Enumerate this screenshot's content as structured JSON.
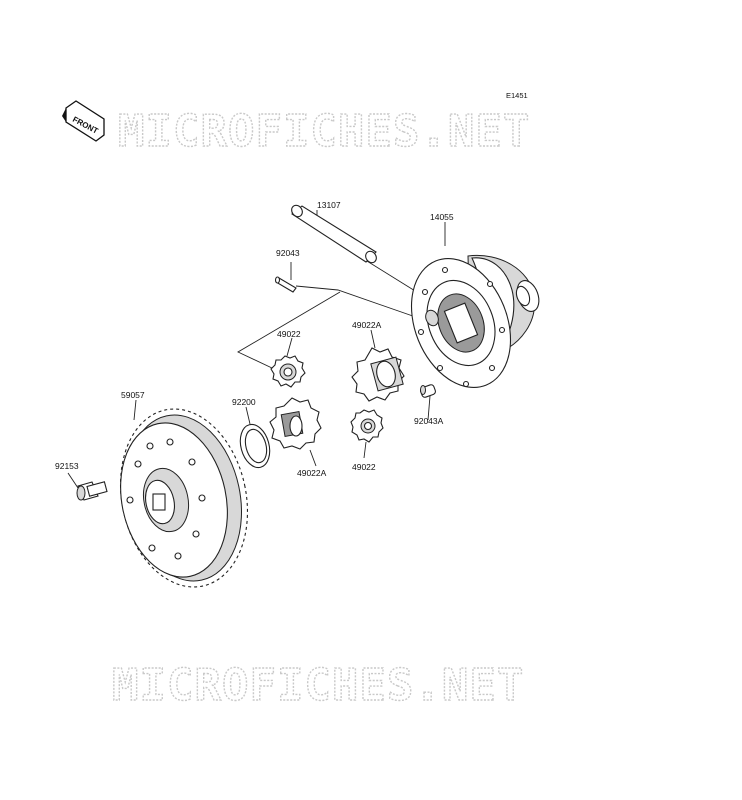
{
  "diagram_code": "E1451",
  "front_indicator": {
    "label": "FRONT",
    "icon": "front-arrow-icon"
  },
  "watermarks": [
    "MICROFICHES.NET",
    "MICROFICHES.NET"
  ],
  "parts": [
    {
      "id": "shaft",
      "number": "13107"
    },
    {
      "id": "housing",
      "number": "14055"
    },
    {
      "id": "pin-long",
      "number": "92043"
    },
    {
      "id": "pinion-upper-left",
      "number": "49022"
    },
    {
      "id": "side-gear-upper",
      "number": "49022A"
    },
    {
      "id": "pin-short",
      "number": "92043A"
    },
    {
      "id": "ring-gear",
      "number": "59057"
    },
    {
      "id": "washer",
      "number": "92200"
    },
    {
      "id": "side-gear-lower",
      "number": "49022A"
    },
    {
      "id": "pinion-lower-right",
      "number": "49022"
    },
    {
      "id": "bolt",
      "number": "92153"
    }
  ]
}
